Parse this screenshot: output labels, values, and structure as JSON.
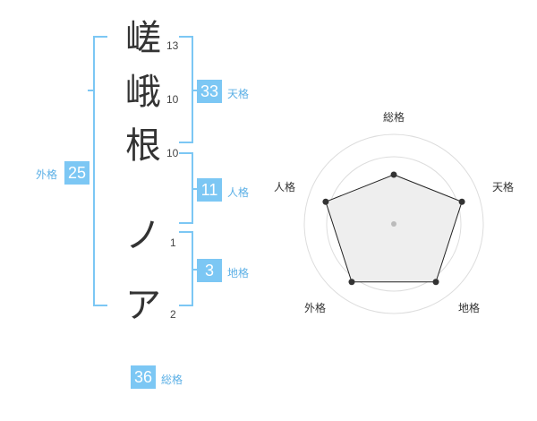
{
  "name_chars": [
    {
      "char": "嵯",
      "strokes": "13"
    },
    {
      "char": "峨",
      "strokes": "10"
    },
    {
      "char": "根",
      "strokes": "10"
    },
    {
      "char": "ノ",
      "strokes": "1"
    },
    {
      "char": "ア",
      "strokes": "2"
    }
  ],
  "scores": {
    "tenkaku": {
      "value": "33",
      "label": "天格"
    },
    "jinkaku": {
      "value": "11",
      "label": "人格"
    },
    "chikaku": {
      "value": "3",
      "label": "地格"
    },
    "gaikaku": {
      "value": "25",
      "label": "外格"
    },
    "soukaku": {
      "value": "36",
      "label": "総格"
    }
  },
  "chart_data": {
    "type": "radar",
    "axes": [
      "総格",
      "天格",
      "地格",
      "外格",
      "人格"
    ],
    "values": [
      0.55,
      0.8,
      0.8,
      0.8,
      0.8
    ],
    "max": 1,
    "rings": 4
  },
  "colors": {
    "accent": "#7cc7f4",
    "accent_text": "#5cb0e6",
    "fill": "#eeeeee"
  }
}
